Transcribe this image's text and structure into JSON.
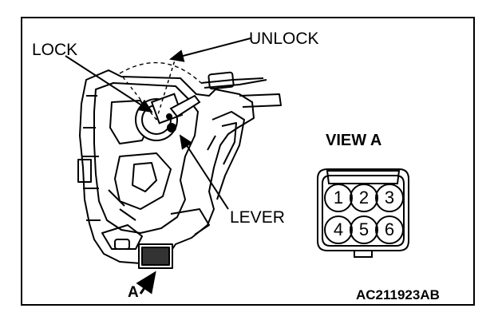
{
  "labels": {
    "lock": "LOCK",
    "unlock": "UNLOCK",
    "lever": "LEVER",
    "view": "VIEW A",
    "view_marker": "A",
    "figure_code": "AC211923AB"
  },
  "connector": {
    "pins": [
      "1",
      "2",
      "3",
      "4",
      "5",
      "6"
    ]
  }
}
